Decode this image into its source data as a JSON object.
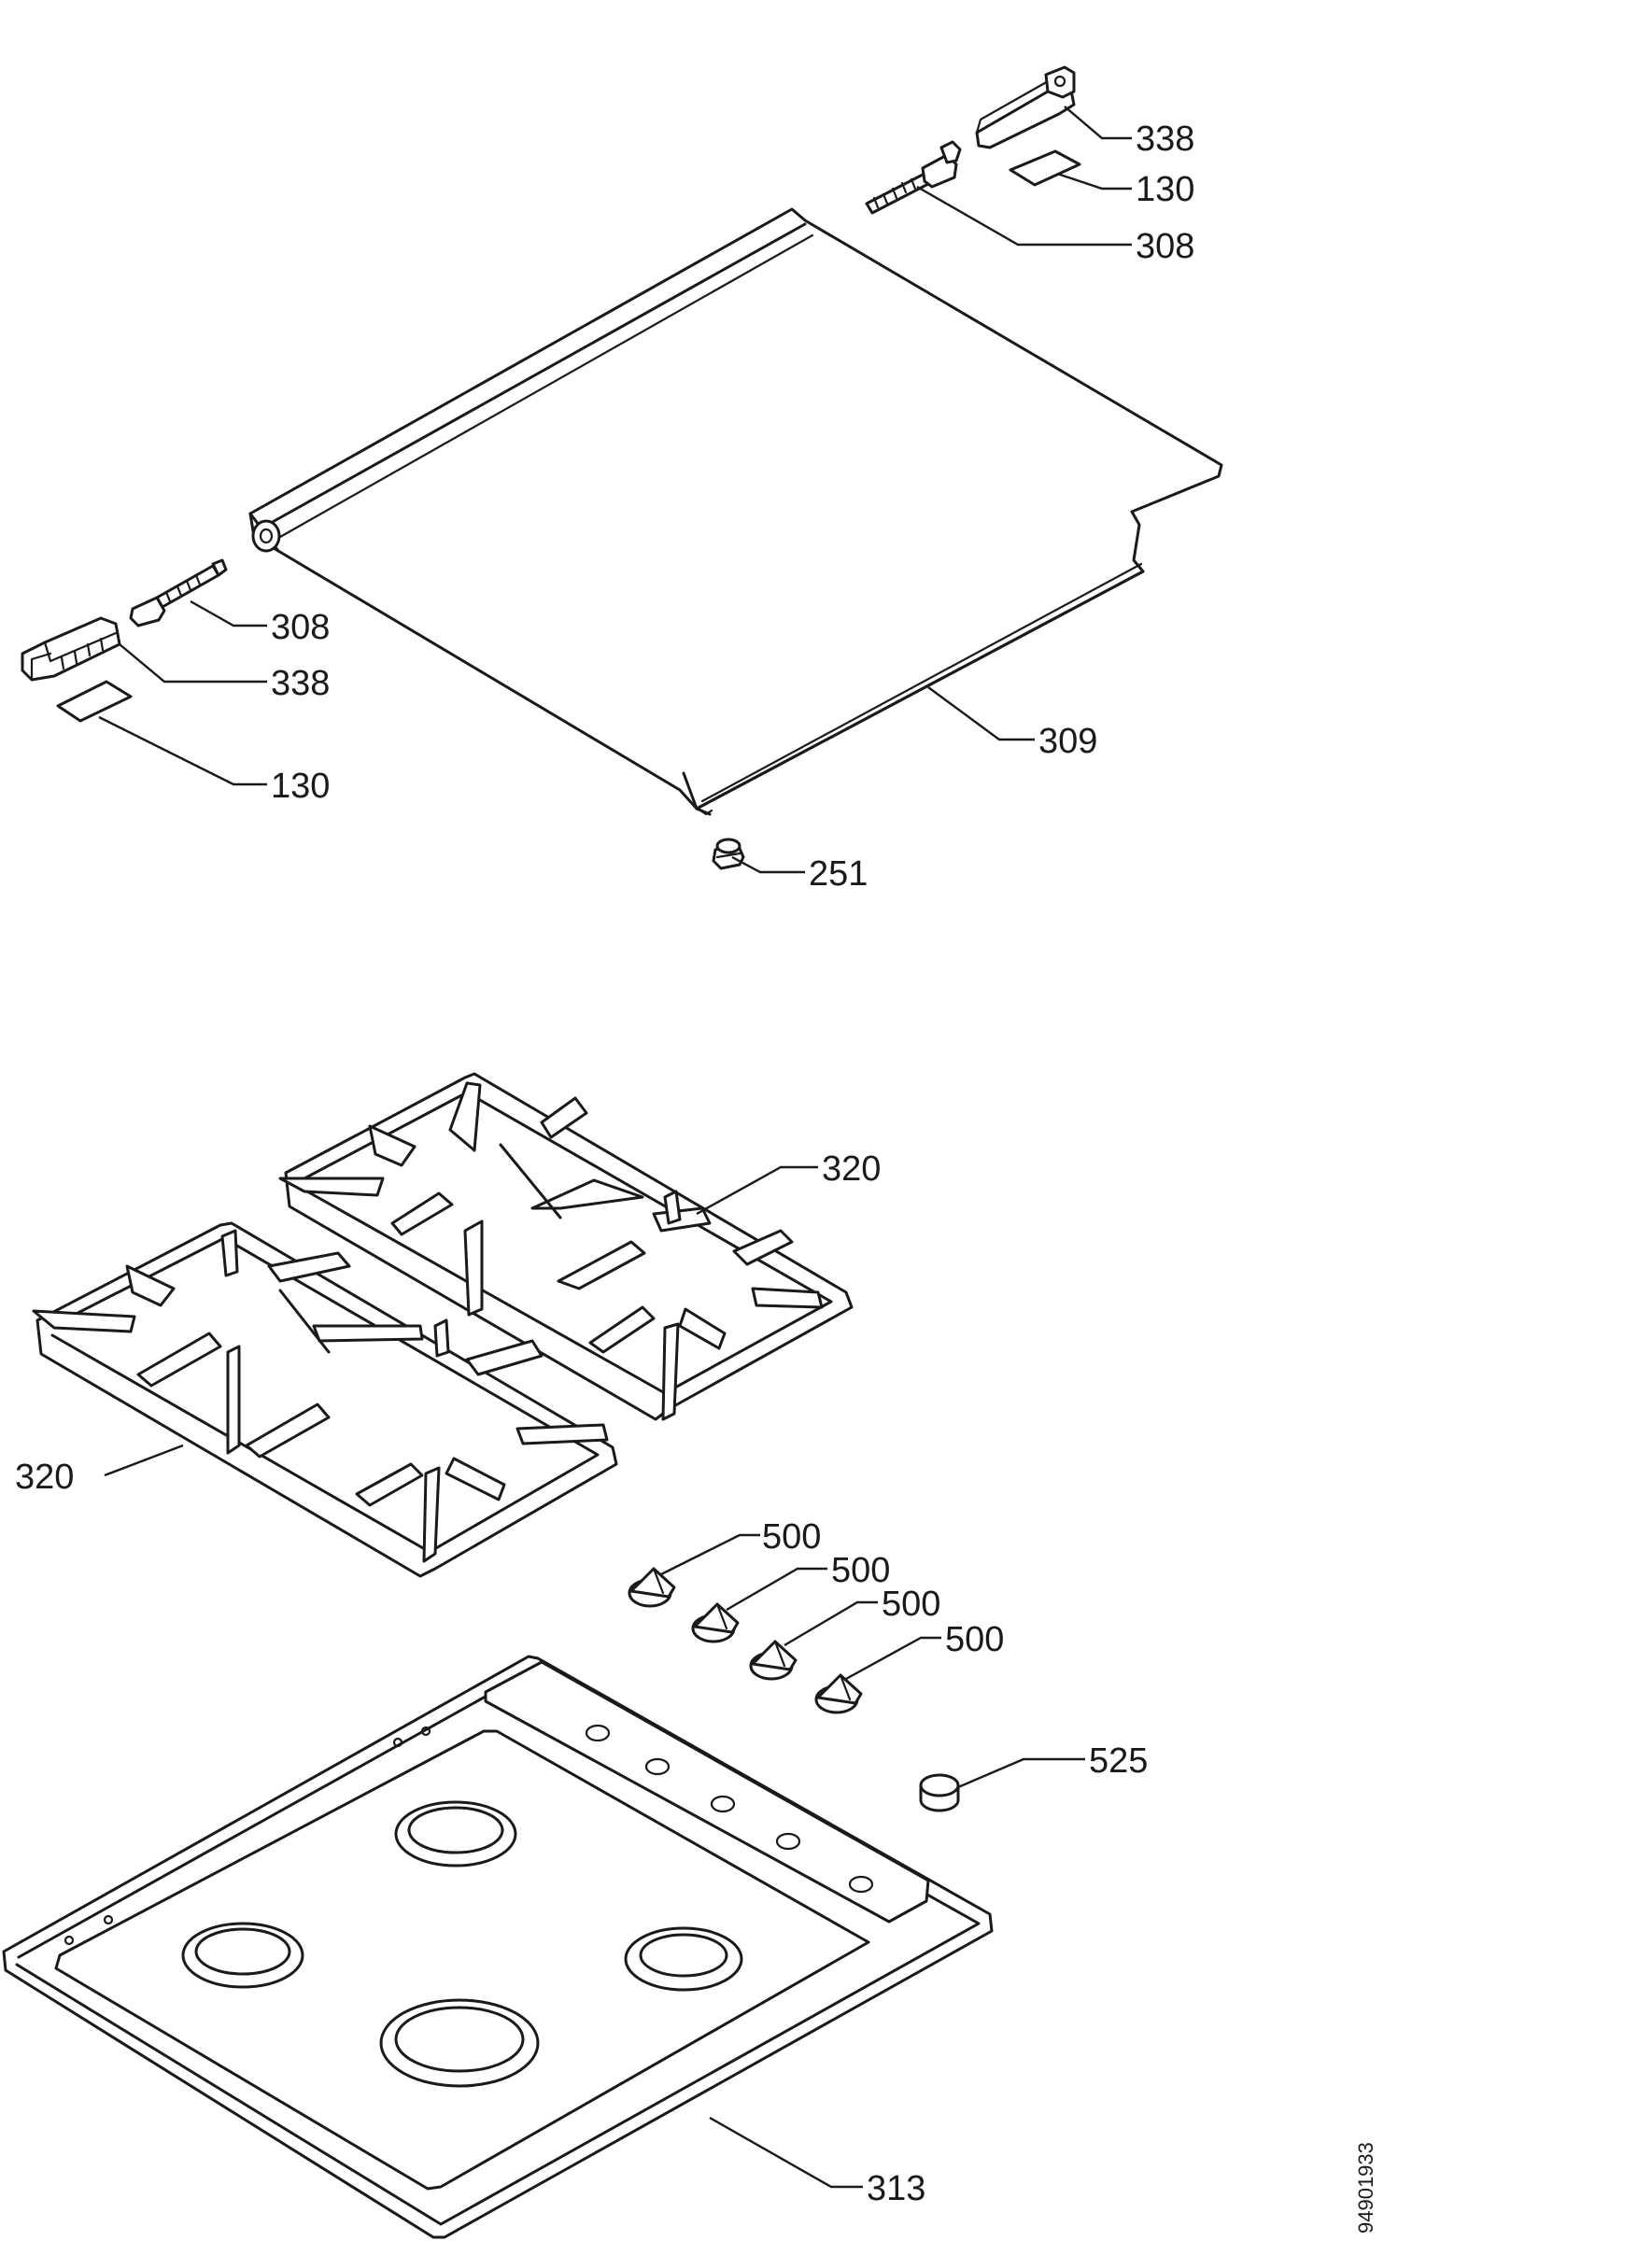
{
  "labels": {
    "hinge_block_right": "338",
    "spacer_plate_right": "130",
    "hinge_pin_right": "308",
    "hinge_pin_left": "308",
    "hinge_block_left": "338",
    "spacer_plate_left": "130",
    "glass_lid": "309",
    "bumper": "251",
    "pan_support_back": "320",
    "pan_support_front": "320",
    "knob_1": "500",
    "knob_2": "500",
    "knob_3": "500",
    "knob_4": "500",
    "ignition_button": "525",
    "hob_top": "313"
  },
  "document_number": "94901933"
}
